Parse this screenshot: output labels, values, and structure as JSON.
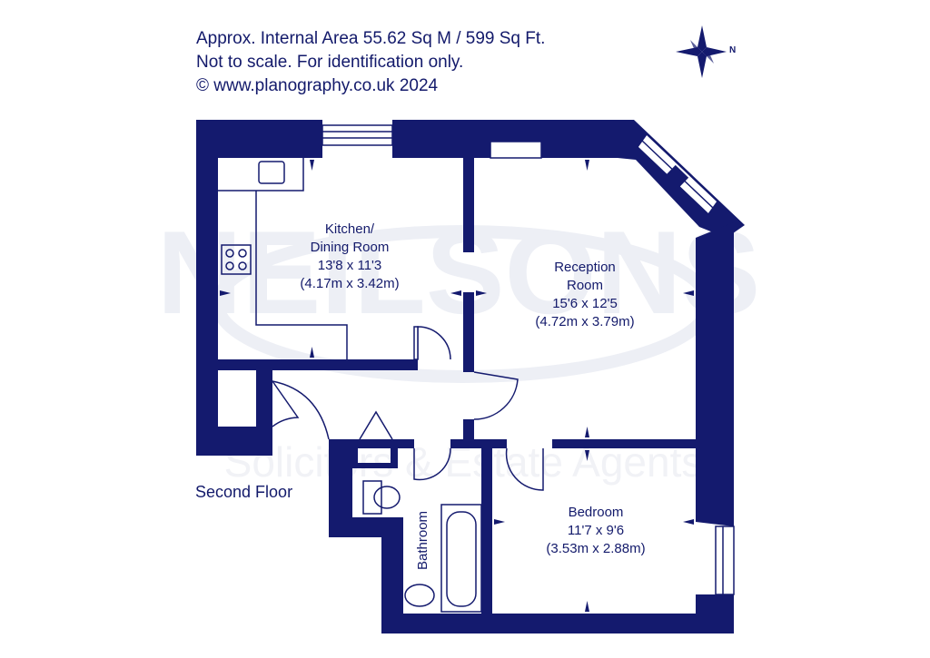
{
  "header": {
    "line1": "Approx. Internal Area 55.62 Sq M / 599 Sq Ft.",
    "line2": "Not to scale. For identification only.",
    "line3": "© www.planography.co.uk 2024"
  },
  "compass": {
    "letter": "N"
  },
  "floor": {
    "label": "Second Floor"
  },
  "rooms": {
    "kitchen": {
      "name1": "Kitchen/",
      "name2": "Dining Room",
      "imperial": "13'8 x 11'3",
      "metric": "(4.17m x 3.42m)"
    },
    "reception": {
      "name1": "Reception",
      "name2": "Room",
      "imperial": "15'6 x 12'5",
      "metric": "(4.72m x 3.79m)"
    },
    "bedroom": {
      "name": "Bedroom",
      "imperial": "11'7 x 9'6",
      "metric": "(3.53m x 2.88m)"
    },
    "bathroom": {
      "name": "Bathroom"
    }
  },
  "watermark": {
    "line1": "NEILSONS",
    "line2": "Solicitors & Estate Agents"
  },
  "colors": {
    "wall": "#141a6e",
    "watermark": "#edeff5"
  }
}
